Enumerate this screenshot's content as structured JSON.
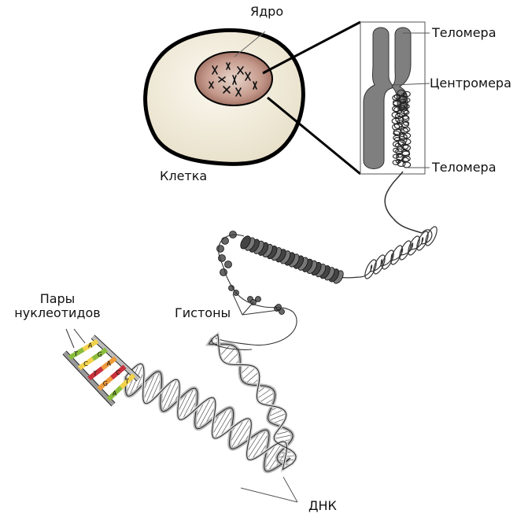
{
  "labels": {
    "nucleus": "Ядро",
    "cell": "Клетка",
    "telomere_top": "Теломера",
    "centromere": "Центромера",
    "telomere_bottom": "Теломера",
    "histones": "Гистоны",
    "base_pairs_line1": "Пары",
    "base_pairs_line2": "нуклеотидов",
    "dna": "ДНК"
  },
  "bases": [
    "T",
    "A",
    "C",
    "G",
    "T",
    "A",
    "G",
    "C",
    "A",
    "T"
  ],
  "colors": {
    "cell_fill": "#efe9d8",
    "nucleus_fill": "#a9746a",
    "chromosome": "#7f7f7f",
    "outline": "#000000",
    "base_green": "#8bbd3d",
    "base_yellow": "#f2d24b",
    "base_orange": "#ee9a3a",
    "base_red": "#c8323c"
  }
}
